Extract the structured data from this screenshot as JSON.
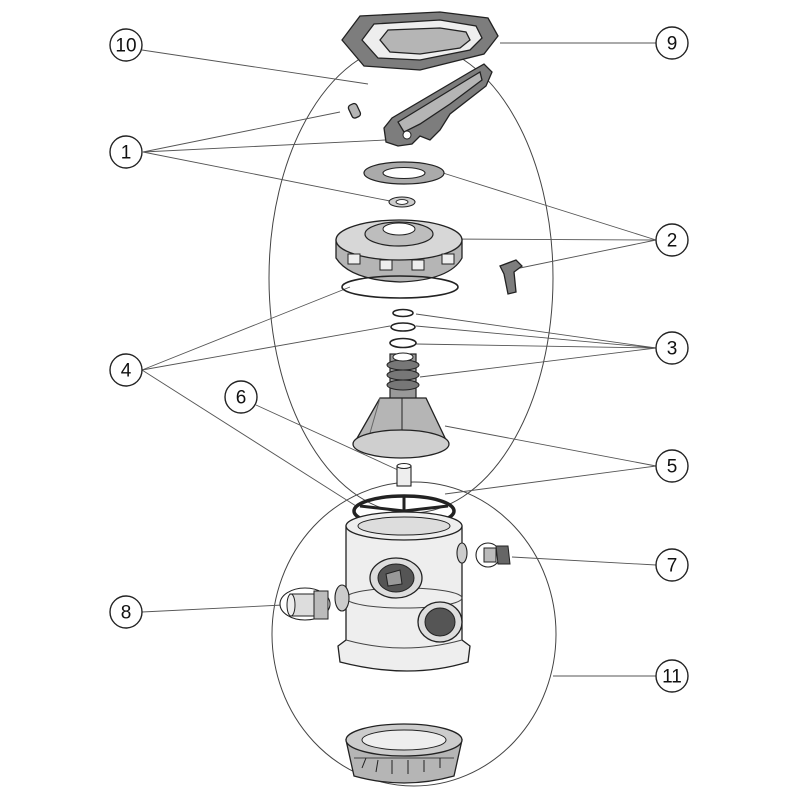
{
  "callouts": [
    {
      "id": "c1",
      "label": "1"
    },
    {
      "id": "c2",
      "label": "2"
    },
    {
      "id": "c3",
      "label": "3"
    },
    {
      "id": "c4",
      "label": "4"
    },
    {
      "id": "c5",
      "label": "5"
    },
    {
      "id": "c6",
      "label": "6"
    },
    {
      "id": "c7",
      "label": "7"
    },
    {
      "id": "c8",
      "label": "8"
    },
    {
      "id": "c9",
      "label": "9"
    },
    {
      "id": "c10",
      "label": "10"
    },
    {
      "id": "c11",
      "label": "11"
    }
  ],
  "colors": {
    "line": "#555555",
    "part_light": "#eeeeee",
    "part_mid": "#b5b5b5",
    "part_dark": "#7d7d7d"
  }
}
